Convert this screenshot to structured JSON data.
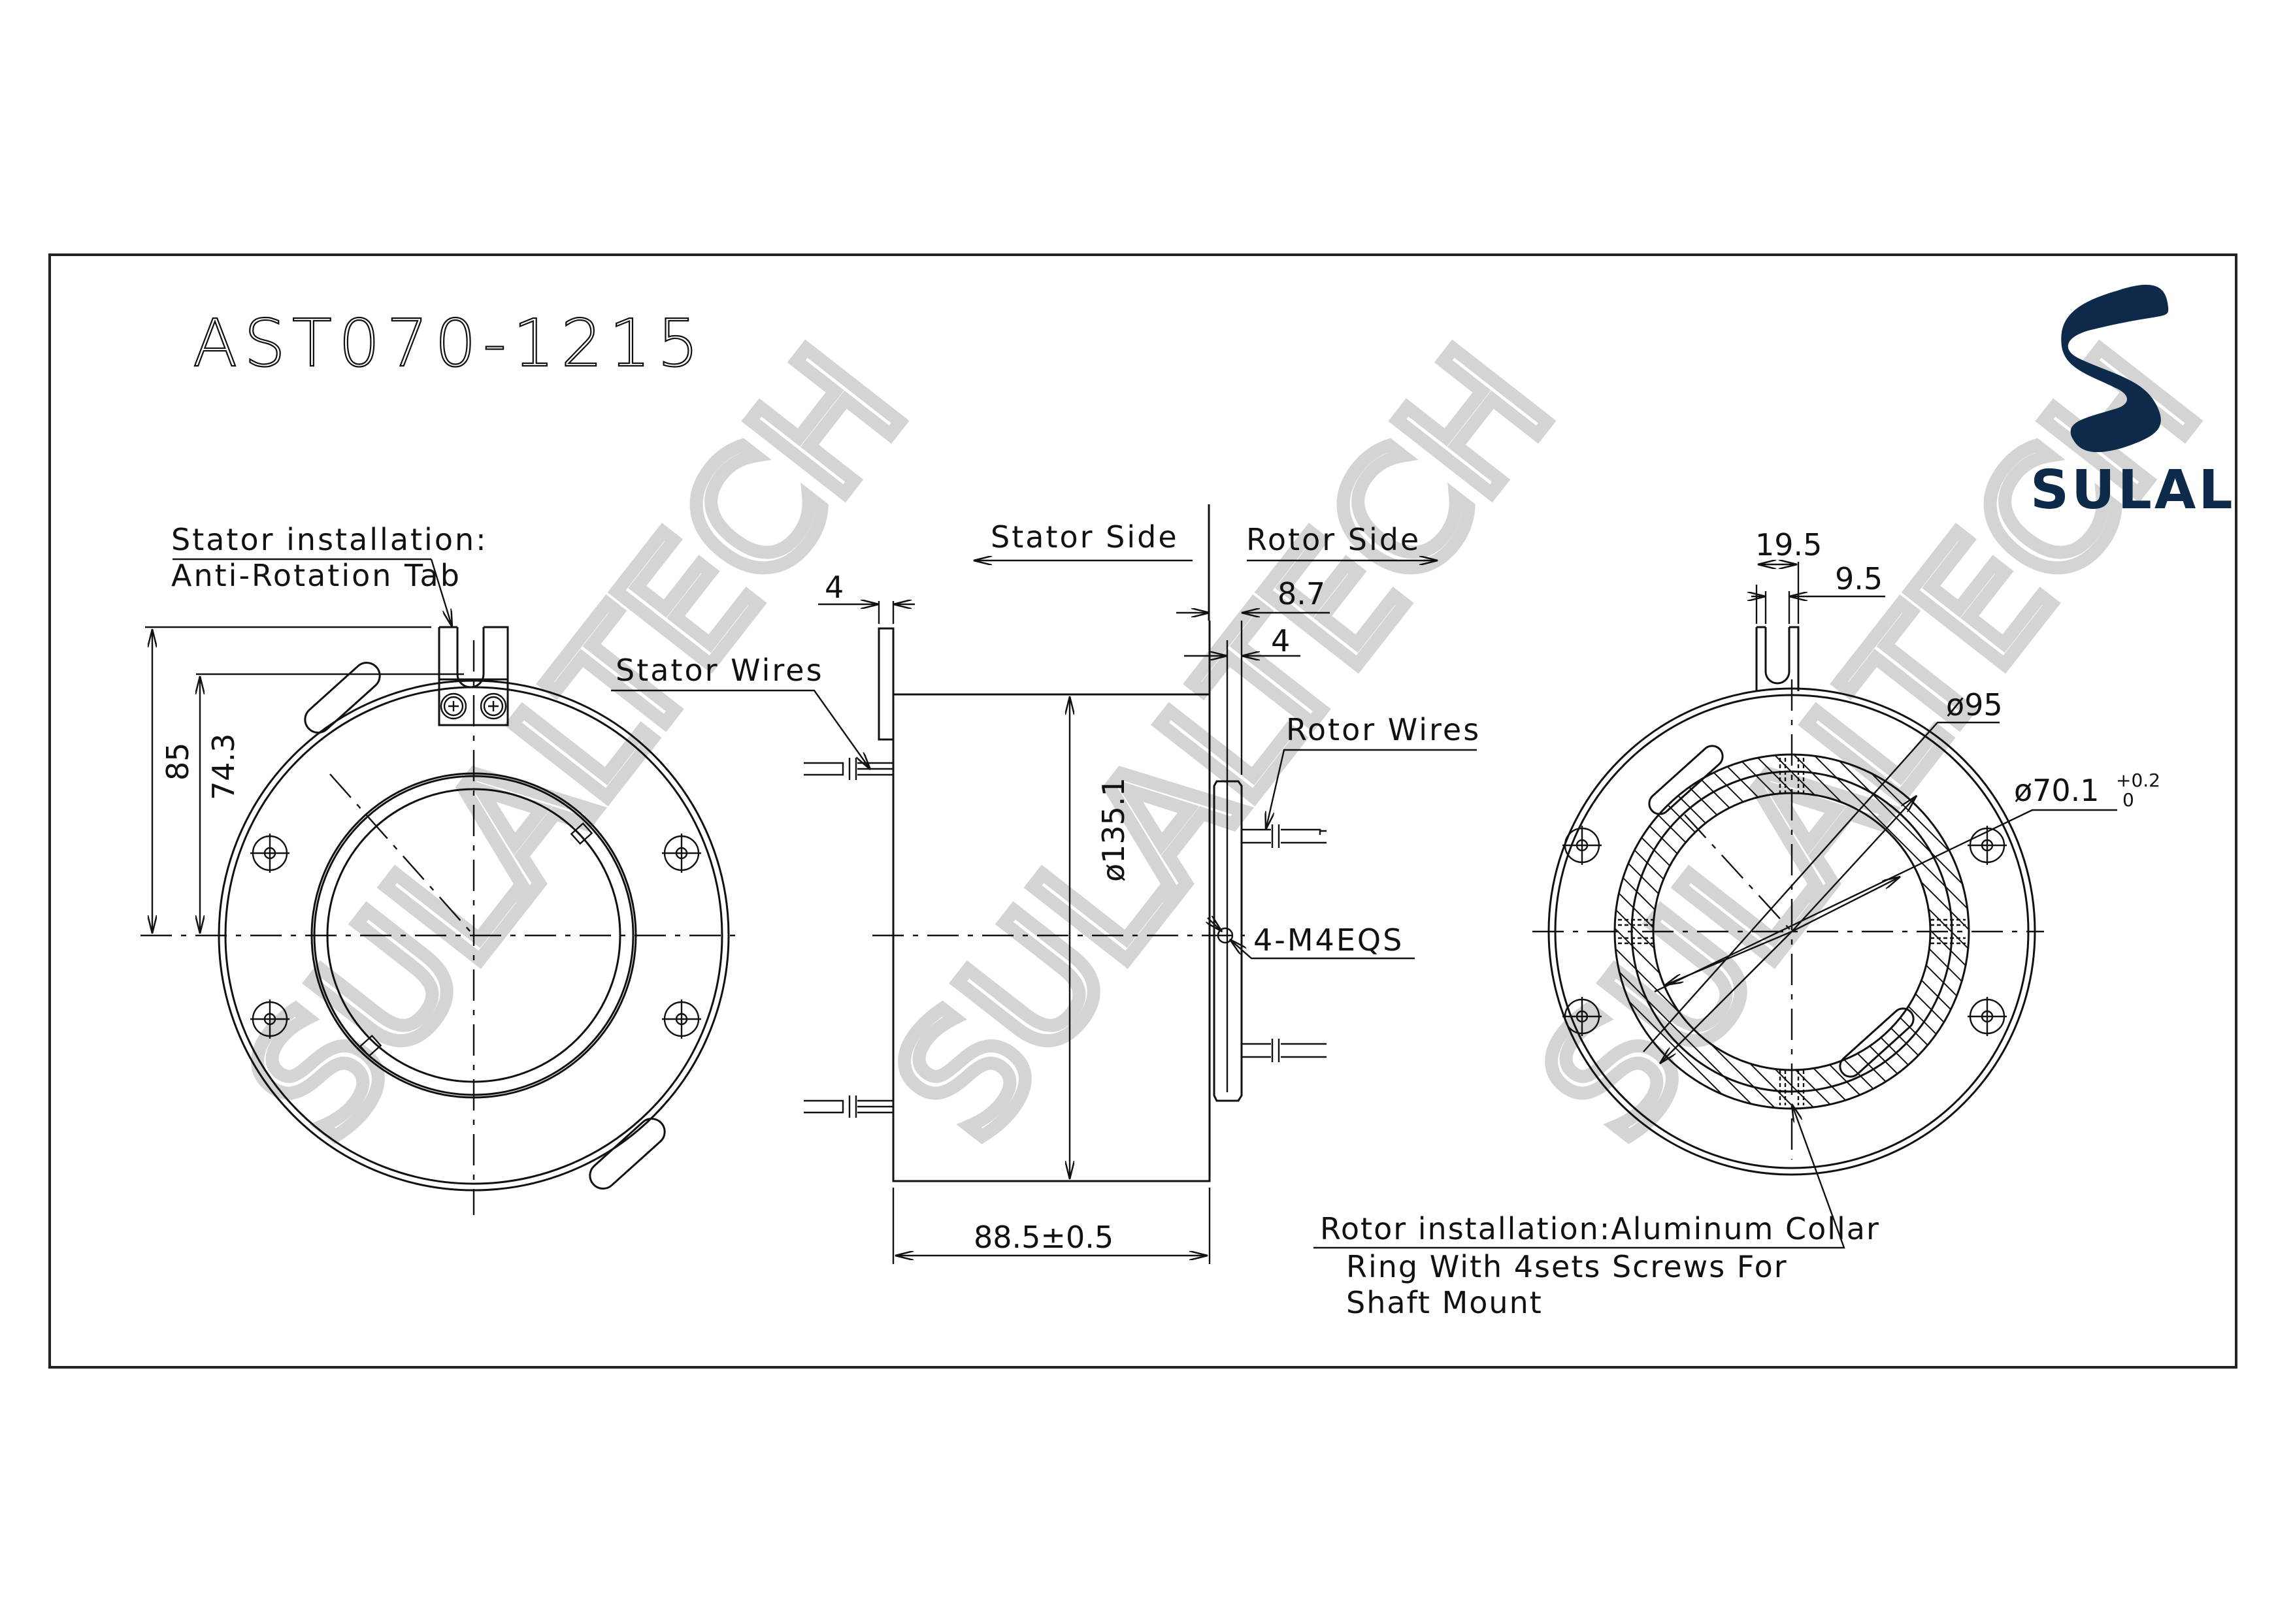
{
  "drawing": {
    "part_number": "AST070-1215",
    "watermark": "SULALTECH",
    "logo": {
      "text": "SULAL",
      "color": "#0d2a4a"
    },
    "frame_color": "#222222"
  },
  "front_view_stator": {
    "callout_title": "Stator installation:",
    "callout_detail": "Anti-Rotation Tab",
    "dim_outer": "85",
    "dim_inner": "74.3"
  },
  "side_view": {
    "stator_side_label": "Stator Side",
    "rotor_side_label": "Rotor Side",
    "stator_wires_label": "Stator Wires",
    "rotor_wires_label": "Rotor Wires",
    "dim_stator_flange": "4",
    "dim_rotor_offset": "8.7",
    "dim_rotor_flange": "4",
    "dim_diameter": "ø135.1",
    "dim_length": "88.5±0.5",
    "screw_spec": "4-M4EQS"
  },
  "rear_view_rotor": {
    "dim_tab_width": "19.5",
    "dim_slot_width": "9.5",
    "dim_collar_od": "ø95",
    "dim_bore_base": "ø70.1",
    "dim_bore_tol_upper": "+0.2",
    "dim_bore_tol_lower": "0",
    "callout_line1": "Rotor installation:Aluminum Collar",
    "callout_line2": "Ring With 4sets Screws For",
    "callout_line3": "Shaft Mount"
  }
}
